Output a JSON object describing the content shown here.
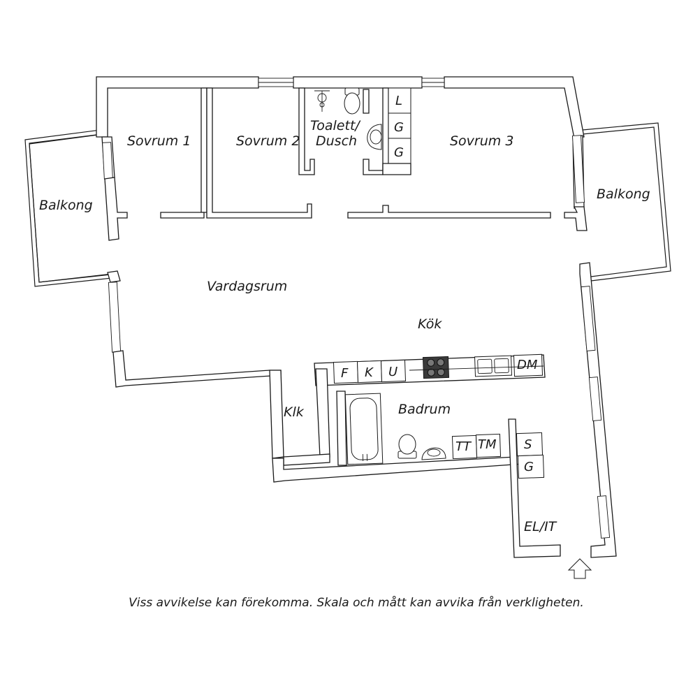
{
  "rooms": {
    "sovrum1": "Sovrum 1",
    "sovrum2": "Sovrum 2",
    "toalett_line1": "Toalett/",
    "toalett_line2": "Dusch",
    "sovrum3": "Sovrum 3",
    "balkong_left": "Balkong",
    "balkong_right": "Balkong",
    "vardagsrum": "Vardagsrum",
    "kok": "Kök",
    "klk": "Klk",
    "badrum": "Badrum",
    "el_it": "EL/IT"
  },
  "fixtures": {
    "closet_l": "L",
    "closet_g1": "G",
    "closet_g2": "G",
    "kitchen_f": "F",
    "kitchen_k": "K",
    "kitchen_u": "U",
    "kitchen_dm": "DM",
    "bath_tt": "TT",
    "bath_tm": "TM",
    "hall_s": "S",
    "hall_g": "G"
  },
  "disclaimer": "Viss avvikelse kan förekomma. Skala och mått kan avvika från verkligheten."
}
